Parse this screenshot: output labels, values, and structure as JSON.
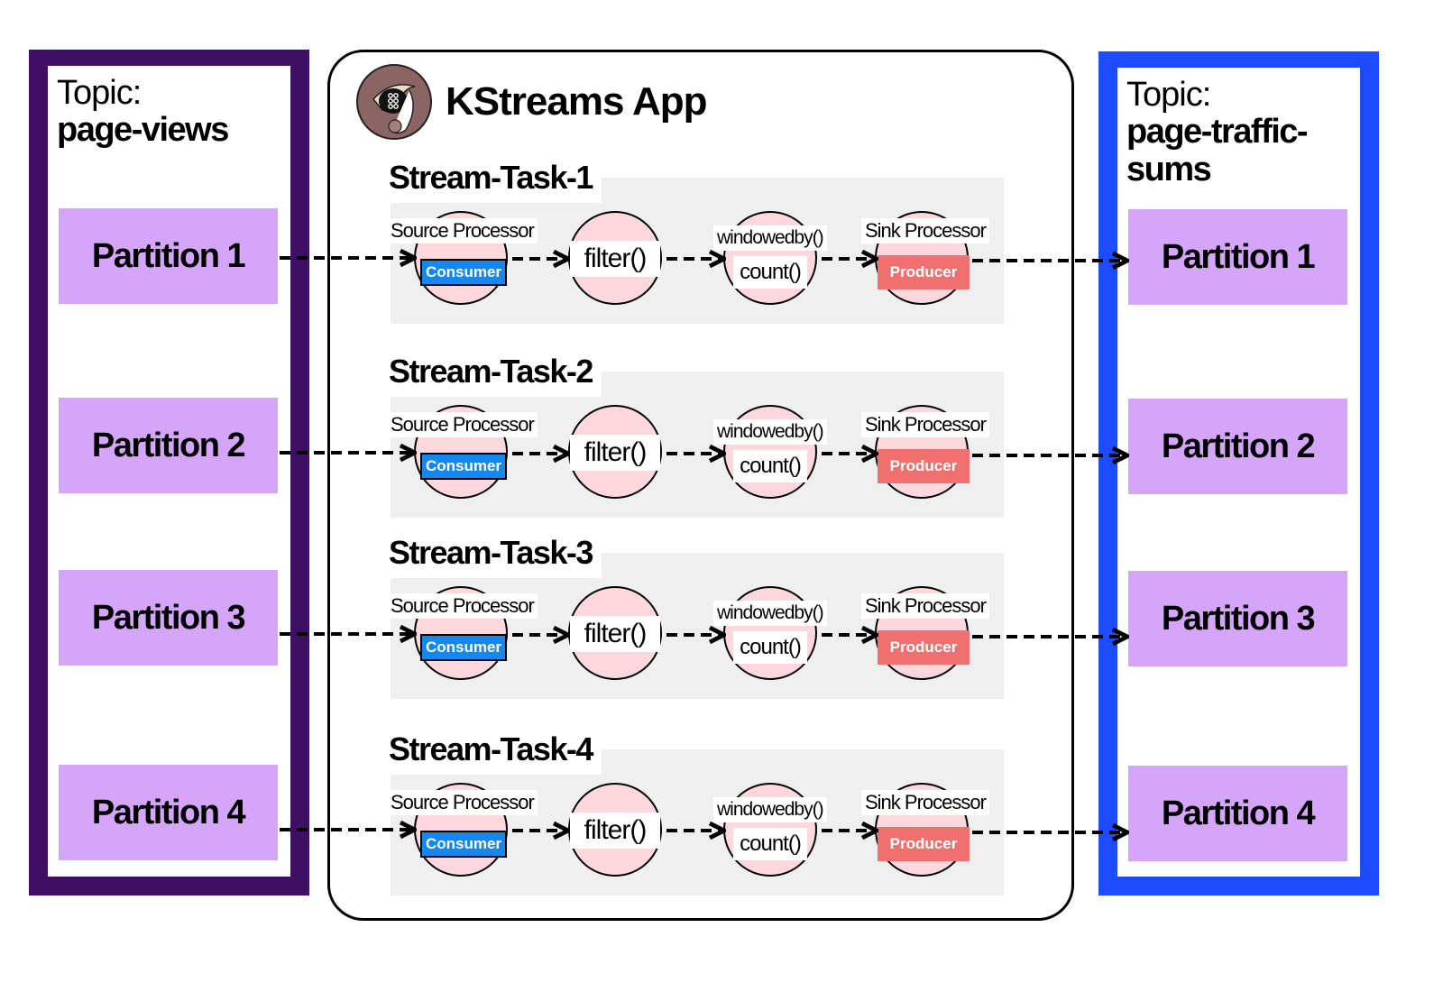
{
  "input_topic": {
    "prefix": "Topic:",
    "name": "page-views",
    "color": "#3e0f63",
    "partitions": [
      "Partition 1",
      "Partition 2",
      "Partition 3",
      "Partition 4"
    ]
  },
  "output_topic": {
    "prefix": "Topic:",
    "name": "page-traffic-sums",
    "color": "#1d4bff",
    "partitions": [
      "Partition 1",
      "Partition 2",
      "Partition 3",
      "Partition 4"
    ]
  },
  "app": {
    "title": "KStreams App",
    "logo_icon": "kafka-streams-otter-logo",
    "tasks": [
      {
        "title": "Stream-Task-1",
        "source_label": "Source Processor",
        "consumer": "Consumer",
        "filter": "filter()",
        "window": "windowedby()",
        "count": "count()",
        "sink_label": "Sink Processor",
        "producer": "Producer"
      },
      {
        "title": "Stream-Task-2",
        "source_label": "Source Processor",
        "consumer": "Consumer",
        "filter": "filter()",
        "window": "windowedby()",
        "count": "count()",
        "sink_label": "Sink Processor",
        "producer": "Producer"
      },
      {
        "title": "Stream-Task-3",
        "source_label": "Source Processor",
        "consumer": "Consumer",
        "filter": "filter()",
        "window": "windowedby()",
        "count": "count()",
        "sink_label": "Sink Processor",
        "producer": "Producer"
      },
      {
        "title": "Stream-Task-4",
        "source_label": "Source Processor",
        "consumer": "Consumer",
        "filter": "filter()",
        "window": "windowedby()",
        "count": "count()",
        "sink_label": "Sink Processor",
        "producer": "Producer"
      }
    ]
  },
  "colors": {
    "partition": "#d5a5fa",
    "node": "#fcd7de",
    "consumer": "#1588f0",
    "producer": "#f07070",
    "task_bg": "#efefef"
  }
}
